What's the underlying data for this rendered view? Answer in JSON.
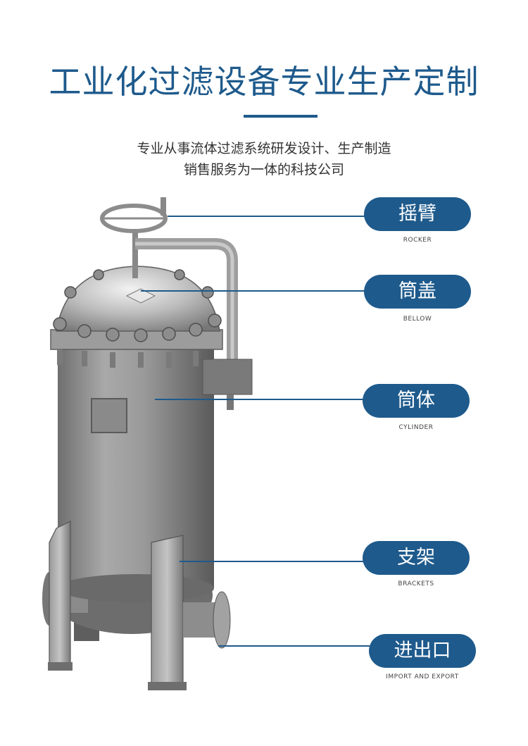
{
  "header": {
    "title": "工业化过滤设备专业生产定制",
    "subtitle_line1": "专业从事流体过滤系统研发设计、生产制造",
    "subtitle_line2": "销售服务为一体的科技公司"
  },
  "colors": {
    "accent": "#1e5a8c"
  },
  "parts": [
    {
      "label": "摇臂",
      "sublabel": "ROCKER"
    },
    {
      "label": "筒盖",
      "sublabel": "BELLOW"
    },
    {
      "label": "筒体",
      "sublabel": "CYLINDER"
    },
    {
      "label": "支架",
      "sublabel": "BRACKETS"
    },
    {
      "label": "进出口",
      "sublabel": "IMPORT AND EXPORT"
    }
  ]
}
